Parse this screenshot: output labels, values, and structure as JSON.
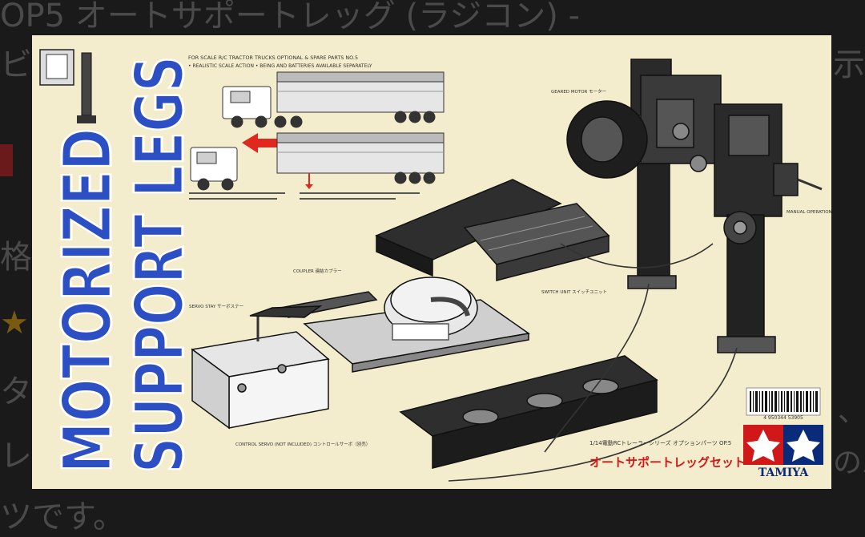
{
  "background": {
    "title_line_1": "OP5 オートサポートレッグ (ラジコン) -",
    "title_line_2": "ビ",
    "right_fragment": "示",
    "price_label": "格",
    "star": "★",
    "desc_line_1": "タ",
    "desc_line_2": "レ",
    "desc_line_3": "ツです。",
    "right_frag_2": "、",
    "right_frag_3": "のパ"
  },
  "box_art": {
    "vertical_title_line_1": "MOTORIZED",
    "vertical_title_line_2": "SUPPORT LEGS",
    "header_line_1": "FOR SCALE R/C TRACTOR TRUCKS OPTIONAL & SPARE PARTS NO.5",
    "header_line_2": "• REALISTIC SCALE ACTION  • BEING AND BATTERIES AVAILABLE SEPARATELY",
    "callouts": {
      "geared_motor": "GEARED MOTOR\nモーター",
      "manual_switch": "MANUAL\nOPERATION\nSWITCH\n手動スイッチ",
      "coupler": "COUPLER\n連結カプラー",
      "switch_unit": "SWITCH UNIT\nスイッチユニット",
      "servo_stay": "SERVO STAY\nサーボステー",
      "control_servo": "CONTROL SERVO (NOT INCLUDED)\nコントロールサーボ（別売）"
    },
    "jp_subtitle": "1/14電動RCトレーラーシリーズ\nオプションパーツ OP.5",
    "jp_title": "オートサポートレッグセット",
    "brand": "TAMIYA",
    "barcode_number": "4 950344 53905"
  },
  "colors": {
    "box_bg": "#f3edcd",
    "title_blue": "#2d4fc4",
    "title_outline": "#ffffff",
    "arrow_red": "#e0281e",
    "logo_red": "#d01818",
    "logo_blue": "#0a2a7a"
  }
}
